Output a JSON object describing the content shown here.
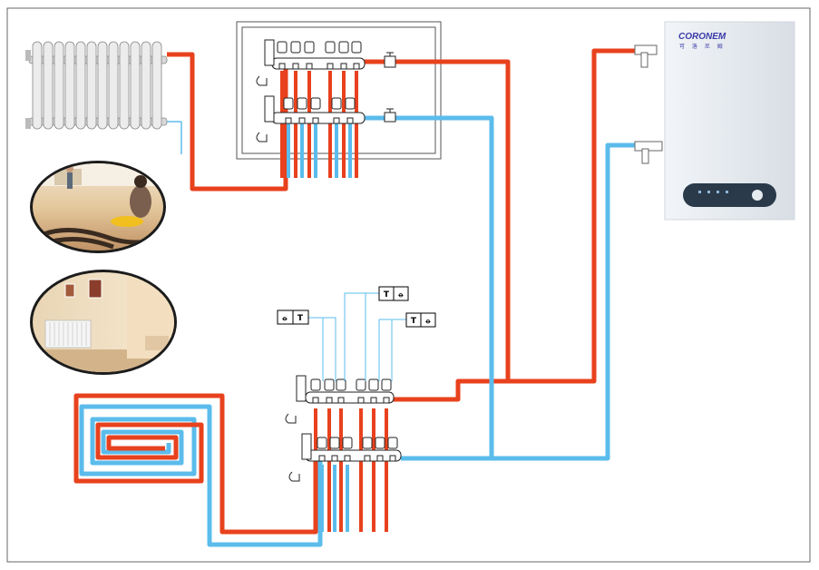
{
  "boiler": {
    "brand": "CORONEM",
    "subtitle": "可 洛 尼 姆"
  },
  "thermostats": [
    {
      "id": "left",
      "symbols": [
        "⦵",
        "T"
      ]
    },
    {
      "id": "top",
      "symbols": [
        "T",
        "⦵"
      ]
    },
    {
      "id": "right",
      "symbols": [
        "T",
        "⦵"
      ]
    }
  ],
  "colors": {
    "supply": "#e8411d",
    "return": "#5bbcec",
    "frame": "#555555",
    "boiler_body": "#e6ebf0",
    "control_panel": "#2b3a4a"
  },
  "icons": [
    "radiator-icon",
    "floor-heating-photo",
    "radiator-room-photo",
    "manifold-icon",
    "valve-icon",
    "wall-boiler-icon",
    "thermostat-icon"
  ]
}
